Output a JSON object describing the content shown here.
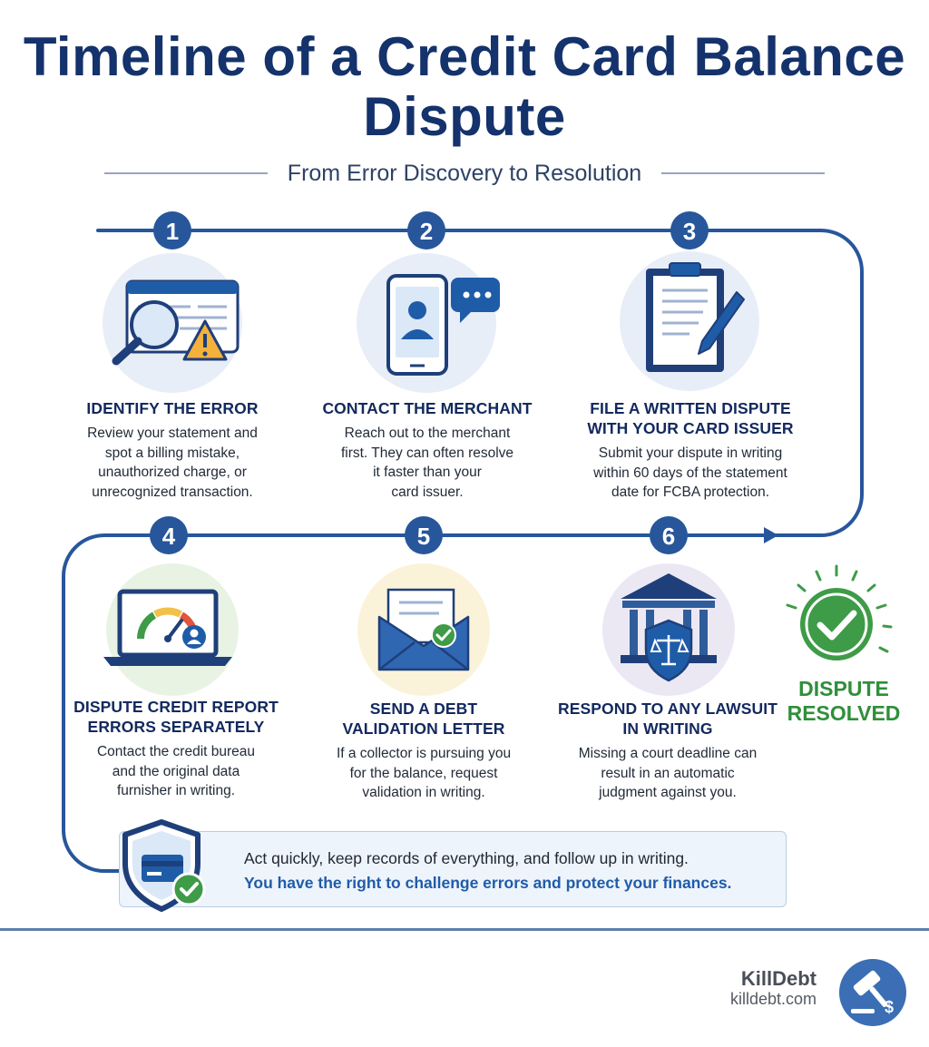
{
  "title": "Timeline of a Credit Card Balance Dispute",
  "subtitle": "From Error Discovery to Resolution",
  "steps": [
    {
      "number": "1",
      "title": "IDENTIFY THE ERROR",
      "description": "Review your statement and\nspot a billing mistake,\nunauthorized charge, or\nunrecognized transaction.",
      "icon": "magnifier-statement-warning-icon"
    },
    {
      "number": "2",
      "title": "CONTACT THE MERCHANT",
      "description": "Reach out to the merchant\nfirst. They can often resolve\nit faster than your\ncard issuer.",
      "icon": "phone-chat-icon"
    },
    {
      "number": "3",
      "title": "FILE A WRITTEN DISPUTE\nWITH YOUR CARD ISSUER",
      "description": "Submit your dispute in writing\nwithin 60 days of the statement\ndate for FCBA protection.",
      "icon": "clipboard-pen-icon"
    },
    {
      "number": "4",
      "title": "DISPUTE CREDIT REPORT\nERRORS SEPARATELY",
      "description": "Contact the credit bureau\nand the original data\nfurnisher in writing.",
      "icon": "laptop-credit-gauge-icon"
    },
    {
      "number": "5",
      "title": "SEND A DEBT\nVALIDATION LETTER",
      "description": "If a collector is pursuing you\nfor the balance, request\nvalidation in writing.",
      "icon": "envelope-check-icon"
    },
    {
      "number": "6",
      "title": "RESPOND TO ANY LAWSUIT\nIN WRITING",
      "description": "Missing a court deadline can\nresult in an automatic\njudgment against you.",
      "icon": "courthouse-shield-icon"
    }
  ],
  "resolved": {
    "label": "DISPUTE\nRESOLVED",
    "icon": "check-circle-icon"
  },
  "info": {
    "line1": "Act quickly, keep records of everything, and follow up in writing.",
    "line2": "You have the right to challenge errors and protect your finances.",
    "icon": "card-shield-check-icon"
  },
  "brand": {
    "name": "KillDebt",
    "url": "killdebt.com",
    "icon": "gavel-logo-icon"
  },
  "colors": {
    "navy": "#14326b",
    "blue": "#1f5ca8",
    "green": "#2f8f3a",
    "line": "#27569b"
  }
}
